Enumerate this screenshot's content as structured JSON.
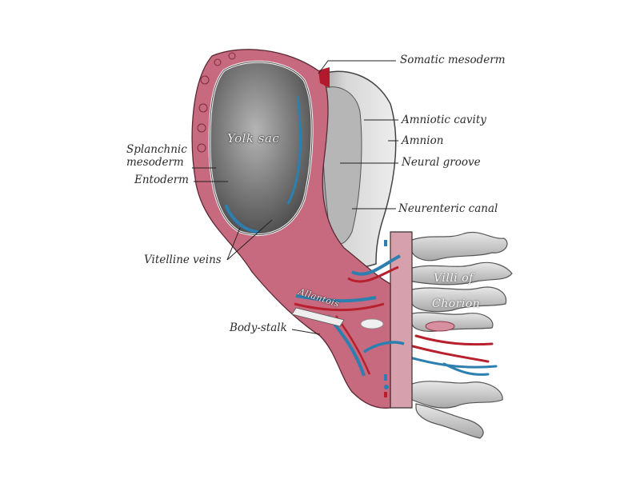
{
  "figure": {
    "subject": "Embryo with yolk sac, amnion and body-stalk",
    "colors": {
      "background": "#ffffff",
      "mesoderm_red": "#c0586f",
      "mesoderm_light": "#d890a0",
      "vessel_blue": "#2d7fb0",
      "vessel_red": "#b8202e",
      "yolk_sac_gray": "#6f6f6f",
      "amnion_gray": "#c9c9c9",
      "label_text": "#2b2b2b"
    }
  },
  "labels": {
    "somatic_mesoderm": "Somatic mesoderm",
    "amniotic_cavity": "Amniotic cavity",
    "amnion": "Amnion",
    "neural_groove": "Neural groove",
    "neurenteric_canal": "Neurenteric canal",
    "splanchnic_mesoderm_line1": "Splanchnic",
    "splanchnic_mesoderm_line2": "mesoderm",
    "entoderm": "Entoderm",
    "vitelline_veins": "Vitelline veins",
    "body_stalk": "Body-stalk"
  },
  "inner_labels": {
    "yolk_sac": "Yolk sac",
    "allantois": "Allantois",
    "villi_of": "Villi of",
    "chorion": "Chorion"
  }
}
